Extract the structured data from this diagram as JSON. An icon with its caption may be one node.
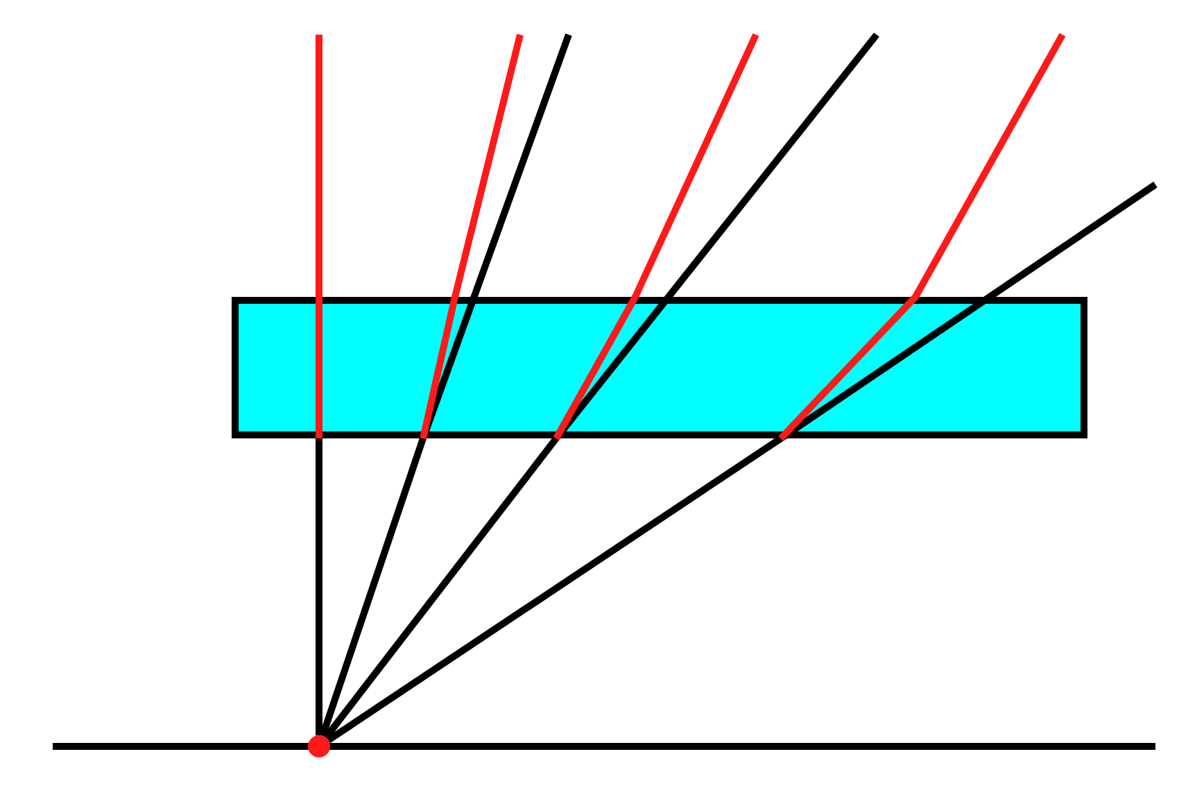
{
  "diagram": {
    "nodes": [
      {
        "text": [],
        "shape": "box"
      },
      {
        "text": [],
        "shape": "circle"
      }
    ],
    "edges": [
      {
        "from": 1,
        "to": 0,
        "arrow": "none"
      },
      {
        "from": 1,
        "to": 0,
        "arrow": "none"
      },
      {
        "from": 1,
        "to": 0,
        "arrow": "none"
      },
      {
        "from": 1,
        "to": 0,
        "arrow": "none"
      },
      {
        "from": 0,
        "to": null,
        "arrow": "none"
      },
      {
        "from": 0,
        "to": null,
        "arrow": "none"
      },
      {
        "from": 0,
        "to": null,
        "arrow": "none"
      },
      {
        "from": 0,
        "to": null,
        "arrow": "none",
        "color": "#ff1a1a"
      },
      {
        "from": 0,
        "to": null,
        "arrow": "none",
        "color": "#ff1a1a"
      },
      {
        "from": 0,
        "to": null,
        "arrow": "none",
        "color": "#ff1a1a"
      },
      {
        "from": 0,
        "to": null,
        "arrow": "none",
        "color": "#ff1a1a"
      }
    ]
  }
}
